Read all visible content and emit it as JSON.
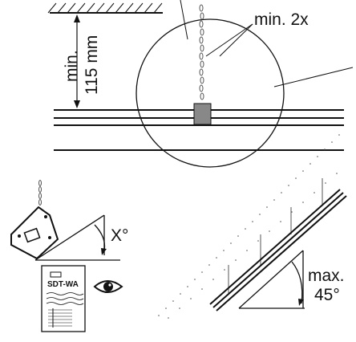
{
  "labels": {
    "min_clearance_1": "min.",
    "min_clearance_2": "115 mm",
    "chain_count": "min. 2x",
    "angle_x": "X°",
    "max_angle_1": "max.",
    "max_angle_2": "45°",
    "doc_title": "SDT-WA"
  },
  "icons": [
    "ceiling-hatch-icon",
    "eye-icon",
    "manual-icon",
    "luminaire-icon"
  ]
}
